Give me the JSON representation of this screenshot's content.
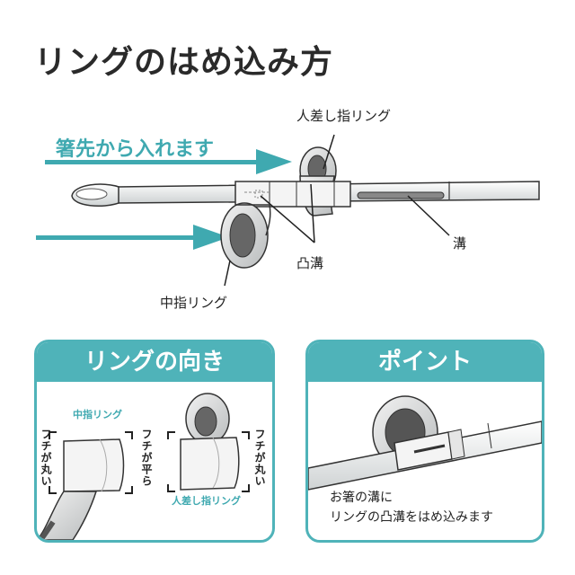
{
  "title": "リングのはめ込み方",
  "top": {
    "arrow_label": "箸先から入れます",
    "index_ring_label": "人差し指リング",
    "middle_ring_label": "中指リング",
    "convex_groove_label": "凸溝",
    "groove_label": "溝"
  },
  "panel_left": {
    "title": "リングの向き",
    "middle_ring": "中指リング",
    "index_ring": "人差し指リング",
    "edge_round_left": "フチが丸い",
    "edge_flat": "フチが平ら",
    "edge_round_right": "フチが丸い"
  },
  "panel_right": {
    "title": "ポイント",
    "line1": "お箸の溝に",
    "line2": "リングの凸溝をはめ込みます"
  },
  "colors": {
    "accent": "#4fb3b9",
    "arrow": "#3fa9b0"
  }
}
